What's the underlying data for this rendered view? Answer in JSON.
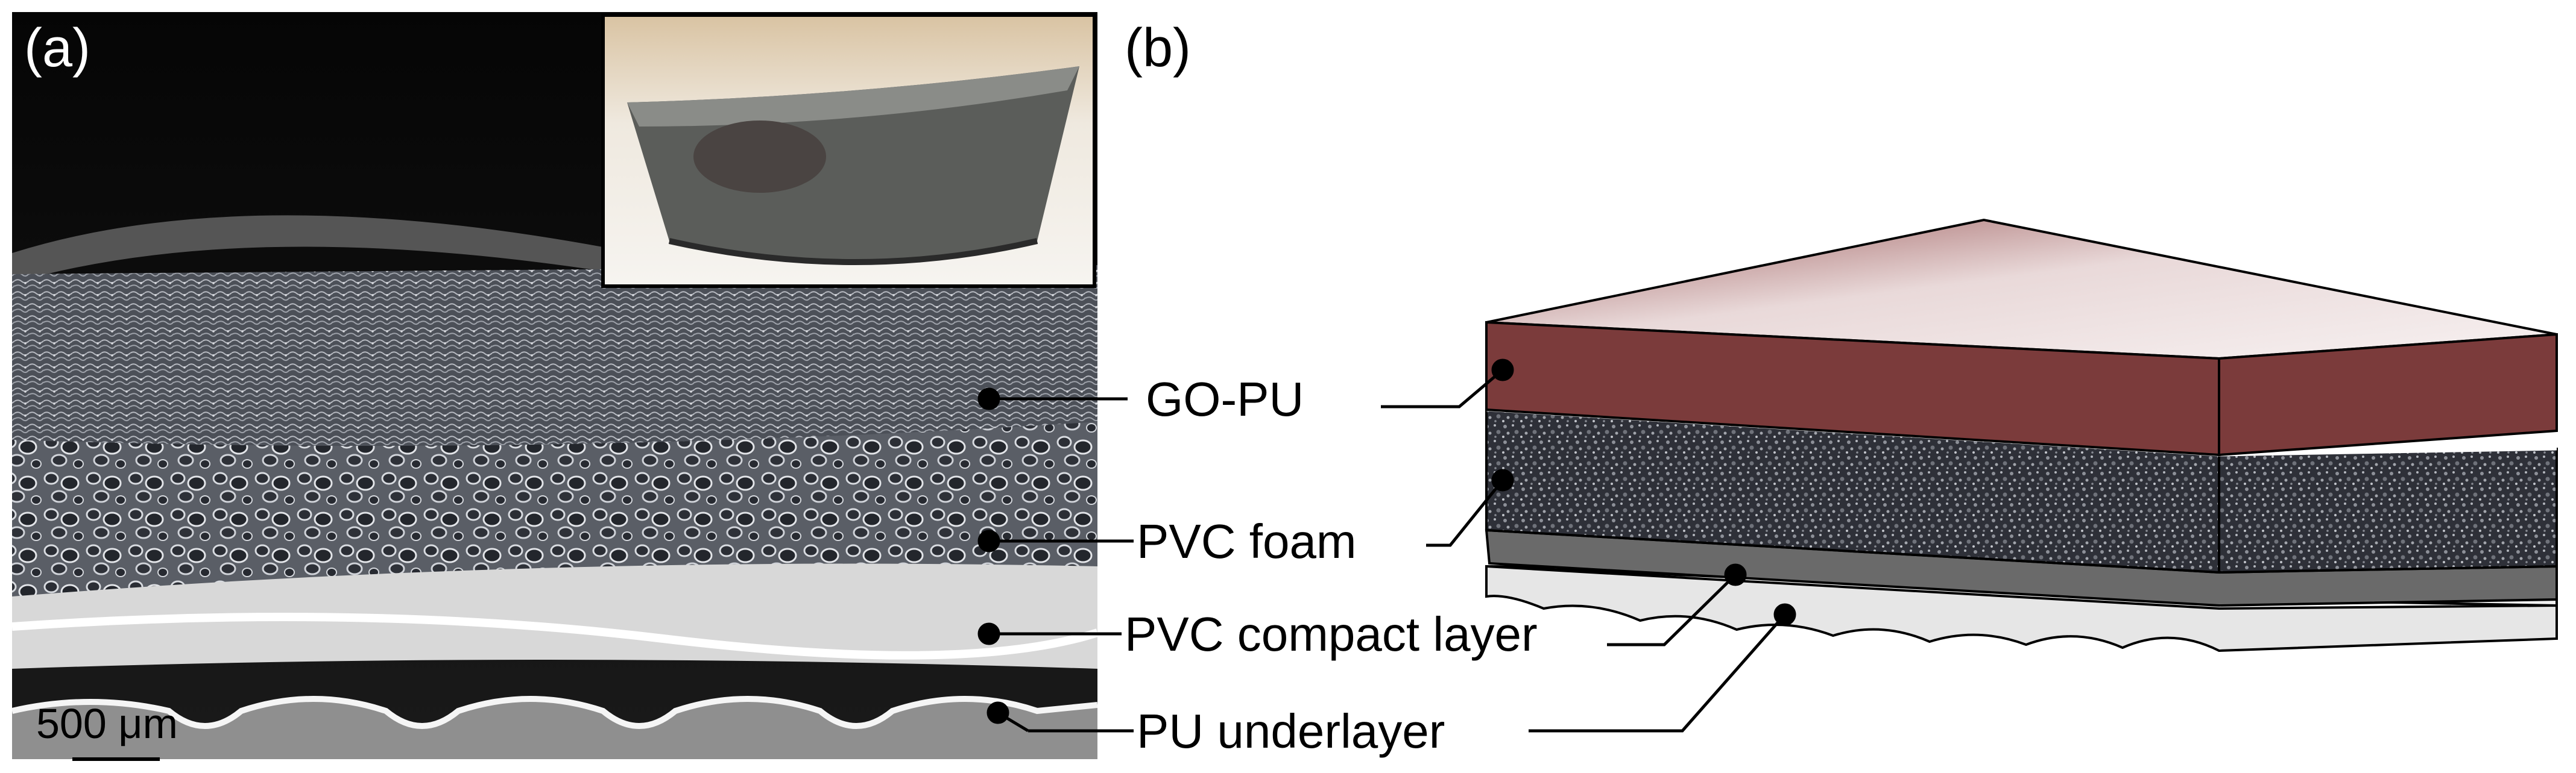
{
  "panels": {
    "a": {
      "label": "(a)",
      "scale_bar": "500 μm"
    },
    "b": {
      "label": "(b)"
    }
  },
  "layers": [
    {
      "id": "go-pu",
      "label": "GO-PU",
      "color": "#7b3b3b"
    },
    {
      "id": "pvc-foam",
      "label": "PVC foam",
      "color": "#3a3c44"
    },
    {
      "id": "pvc-compact",
      "label": "PVC compact layer",
      "color": "#6a6a6a"
    },
    {
      "id": "pu-underlayer",
      "label": "PU underlayer",
      "color": "#ececec"
    }
  ]
}
